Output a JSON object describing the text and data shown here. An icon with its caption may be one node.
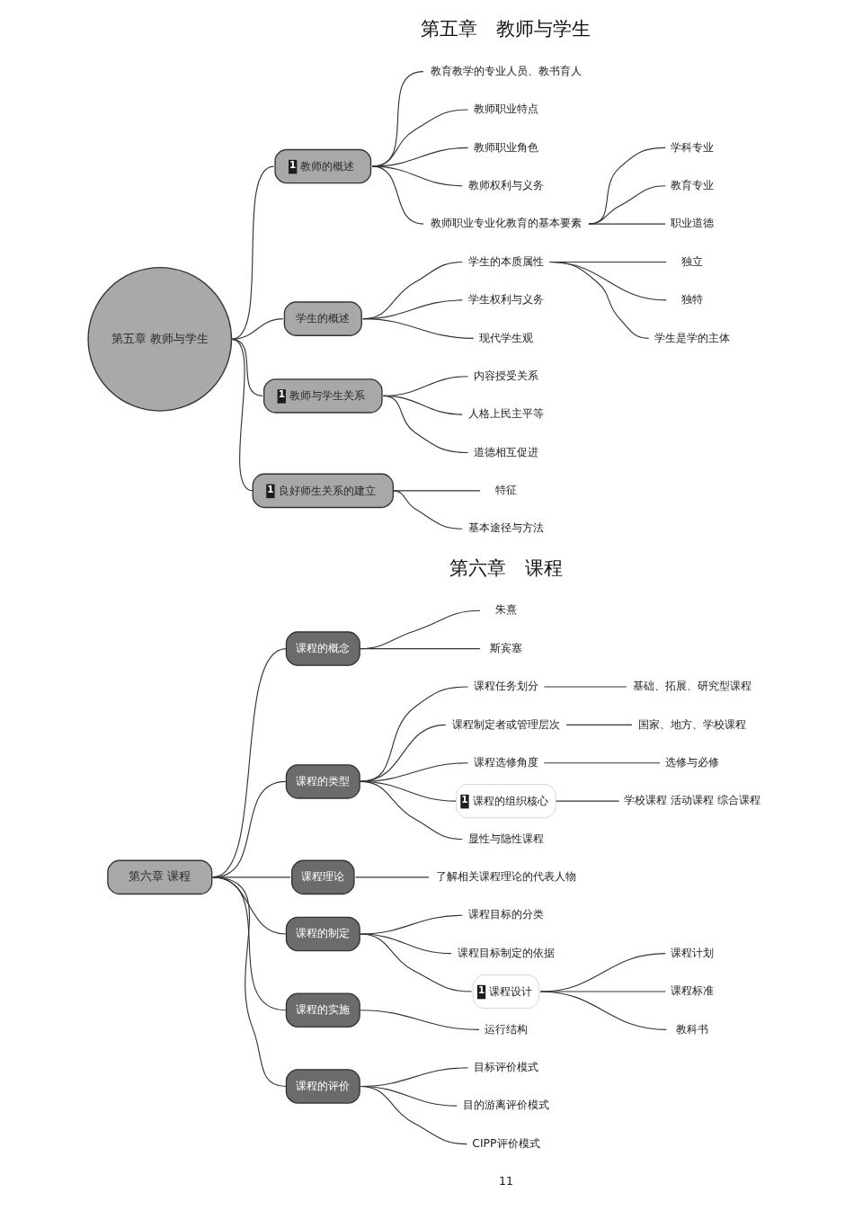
{
  "diagram": {
    "nodes": [
      {
        "text": [
          "第五章 教师与学生"
        ]
      },
      {
        "text": [
          "1",
          "教师的概述"
        ]
      },
      {
        "text": [
          "教育教学的专业人员、教书育人"
        ]
      },
      {
        "text": [
          "教师职业特点"
        ]
      },
      {
        "text": [
          "教师职业角色"
        ]
      },
      {
        "text": [
          "教师权利与义务"
        ]
      },
      {
        "text": [
          "教师职业专业化教育的基本要素"
        ]
      },
      {
        "text": [
          "学科专业"
        ]
      },
      {
        "text": [
          "教育专业"
        ]
      },
      {
        "text": [
          "职业道德"
        ]
      },
      {
        "text": [
          "学生的概述"
        ]
      },
      {
        "text": [
          "学生的本质属性"
        ]
      },
      {
        "text": [
          "独立"
        ]
      },
      {
        "text": [
          "独特"
        ]
      },
      {
        "text": [
          "学生是学的主体"
        ]
      },
      {
        "text": [
          "学生权利与义务"
        ]
      },
      {
        "text": [
          "现代学生观"
        ]
      },
      {
        "text": [
          "1",
          "教师与学生关系"
        ]
      },
      {
        "text": [
          "内容授受关系"
        ]
      },
      {
        "text": [
          "人格上民主平等"
        ]
      },
      {
        "text": [
          "道德相互促进"
        ]
      },
      {
        "text": [
          "1",
          "良好师生关系的建立"
        ]
      },
      {
        "text": [
          "特征"
        ]
      },
      {
        "text": [
          "基本途径与方法"
        ]
      },
      {
        "text": [
          "第六章 课程"
        ]
      },
      {
        "text": [
          "课程的概念"
        ]
      },
      {
        "text": [
          "朱熹"
        ]
      },
      {
        "text": [
          "斯宾塞"
        ]
      },
      {
        "text": [
          "课程的类型"
        ]
      },
      {
        "text": [
          "课程任务划分"
        ]
      },
      {
        "text": [
          "基础、拓展、研究型课程"
        ]
      },
      {
        "text": [
          "课程制定者或管理层次"
        ]
      },
      {
        "text": [
          "国家、地方、学校课程"
        ]
      },
      {
        "text": [
          "课程选修角度"
        ]
      },
      {
        "text": [
          "选修与必修"
        ]
      },
      {
        "text": [
          "1",
          "课程的组织核心"
        ]
      },
      {
        "text": [
          "学校课程 活动课程 综合课程"
        ]
      },
      {
        "text": [
          "显性与隐性课程"
        ]
      },
      {
        "text": [
          "课程理论"
        ]
      },
      {
        "text": [
          "了解相关课程理论的代表人物"
        ]
      },
      {
        "text": [
          "课程的制定"
        ]
      },
      {
        "text": [
          "课程目标的分类"
        ]
      },
      {
        "text": [
          "课程目标制定的依据"
        ]
      },
      {
        "text": [
          "1",
          "课程设计"
        ]
      },
      {
        "text": [
          "课程计划"
        ]
      },
      {
        "text": [
          "课程标准"
        ]
      },
      {
        "text": [
          "教科书"
        ]
      },
      {
        "text": [
          "课程的实施"
        ]
      },
      {
        "text": [
          "运行结构"
        ]
      },
      {
        "text": [
          "课程的评价"
        ]
      },
      {
        "text": [
          "目标评价模式"
        ]
      },
      {
        "text": [
          "目的游离评价模式"
        ]
      },
      {
        "text": [
          "CIPP评价模式"
        ]
      }
    ],
    "edges": [
      {
        "from": 0,
        "to": 1,
        "arrow": "none"
      },
      {
        "from": 1,
        "to": 2,
        "arrow": "none"
      },
      {
        "from": 1,
        "to": 3,
        "arrow": "none"
      },
      {
        "from": 1,
        "to": 4,
        "arrow": "none"
      },
      {
        "from": 1,
        "to": 5,
        "arrow": "none"
      },
      {
        "from": 1,
        "to": 6,
        "arrow": "none"
      },
      {
        "from": 6,
        "to": 7,
        "arrow": "none"
      },
      {
        "from": 6,
        "to": 8,
        "arrow": "none"
      },
      {
        "from": 6,
        "to": 9,
        "arrow": "none"
      },
      {
        "from": 0,
        "to": 10,
        "arrow": "none"
      },
      {
        "from": 10,
        "to": 11,
        "arrow": "none"
      },
      {
        "from": 11,
        "to": 12,
        "arrow": "none"
      },
      {
        "from": 11,
        "to": 13,
        "arrow": "none"
      },
      {
        "from": 11,
        "to": 14,
        "arrow": "none"
      },
      {
        "from": 10,
        "to": 15,
        "arrow": "none"
      },
      {
        "from": 10,
        "to": 16,
        "arrow": "none"
      },
      {
        "from": 0,
        "to": 17,
        "arrow": "none"
      },
      {
        "from": 17,
        "to": 18,
        "arrow": "none"
      },
      {
        "from": 17,
        "to": 19,
        "arrow": "none"
      },
      {
        "from": 17,
        "to": 20,
        "arrow": "none"
      },
      {
        "from": 0,
        "to": 21,
        "arrow": "none"
      },
      {
        "from": 21,
        "to": 22,
        "arrow": "none"
      },
      {
        "from": 21,
        "to": 23,
        "arrow": "none"
      },
      {
        "from": 24,
        "to": 25,
        "arrow": "none"
      },
      {
        "from": 25,
        "to": 26,
        "arrow": "none"
      },
      {
        "from": 25,
        "to": 27,
        "arrow": "none"
      },
      {
        "from": 24,
        "to": 28,
        "arrow": "none"
      },
      {
        "from": 28,
        "to": 29,
        "arrow": "none"
      },
      {
        "from": 29,
        "to": 30,
        "arrow": "none"
      },
      {
        "from": 28,
        "to": 31,
        "arrow": "none"
      },
      {
        "from": 31,
        "to": 32,
        "arrow": "none"
      },
      {
        "from": 28,
        "to": 33,
        "arrow": "none"
      },
      {
        "from": 33,
        "to": 34,
        "arrow": "none"
      },
      {
        "from": 28,
        "to": 35,
        "arrow": "none"
      },
      {
        "from": 35,
        "to": 36,
        "arrow": "none"
      },
      {
        "from": 28,
        "to": 37,
        "arrow": "none"
      },
      {
        "from": 24,
        "to": 38,
        "arrow": "none"
      },
      {
        "from": 38,
        "to": 39,
        "arrow": "none"
      },
      {
        "from": 24,
        "to": 40,
        "arrow": "none"
      },
      {
        "from": 40,
        "to": 41,
        "arrow": "none"
      },
      {
        "from": 40,
        "to": 42,
        "arrow": "none"
      },
      {
        "from": 40,
        "to": 43,
        "arrow": "none"
      },
      {
        "from": 43,
        "to": 44,
        "arrow": "none"
      },
      {
        "from": 43,
        "to": 45,
        "arrow": "none"
      },
      {
        "from": 43,
        "to": 46,
        "arrow": "none"
      },
      {
        "from": 24,
        "to": 47,
        "arrow": "none"
      },
      {
        "from": 47,
        "to": 48,
        "arrow": "none"
      },
      {
        "from": 24,
        "to": 49,
        "arrow": "none"
      },
      {
        "from": 49,
        "to": 50,
        "arrow": "none"
      },
      {
        "from": 49,
        "to": 51,
        "arrow": "none"
      },
      {
        "from": 49,
        "to": 52,
        "arrow": "none"
      }
    ],
    "labels": [
      "第五章　教师与学生",
      "第六章　课程",
      "11"
    ]
  }
}
